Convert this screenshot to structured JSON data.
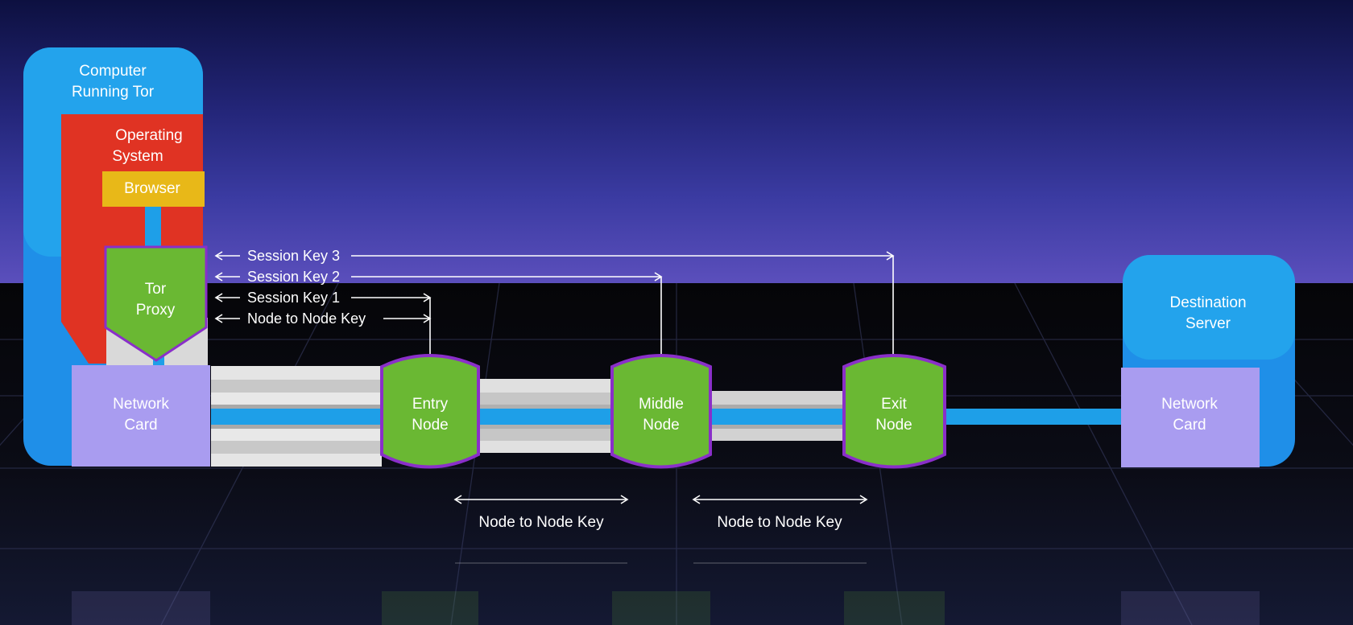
{
  "computer": {
    "title_line1": "Computer",
    "title_line2": "Running Tor"
  },
  "os": {
    "line1": "Operating",
    "line2": "System"
  },
  "browser": {
    "label": "Browser"
  },
  "tor_proxy": {
    "line1": "Tor",
    "line2": "Proxy"
  },
  "network_card_left": {
    "line1": "Network",
    "line2": "Card"
  },
  "keys": {
    "session_key_3": "Session Key 3",
    "session_key_2": "Session Key 2",
    "session_key_1": "Session Key 1",
    "node_to_node_key": "Node to Node Key"
  },
  "entry_node": {
    "line1": "Entry",
    "line2": "Node"
  },
  "middle_node": {
    "line1": "Middle",
    "line2": "Node"
  },
  "exit_node": {
    "line1": "Exit",
    "line2": "Node"
  },
  "bottom_keys": {
    "left": "Node to Node Key",
    "right": "Node to Node Key"
  },
  "destination": {
    "line1": "Destination",
    "line2": "Server"
  },
  "network_card_right": {
    "line1": "Network",
    "line2": "Card"
  },
  "colors": {
    "computer_blue": "#1f8fe8",
    "os_red": "#e03323",
    "browser_yellow": "#e8b818",
    "node_green": "#6ab833",
    "node_outline_purple": "#8a2fc9",
    "network_card_lavender": "#a99cf0",
    "link_blue": "#1e9fe8"
  }
}
